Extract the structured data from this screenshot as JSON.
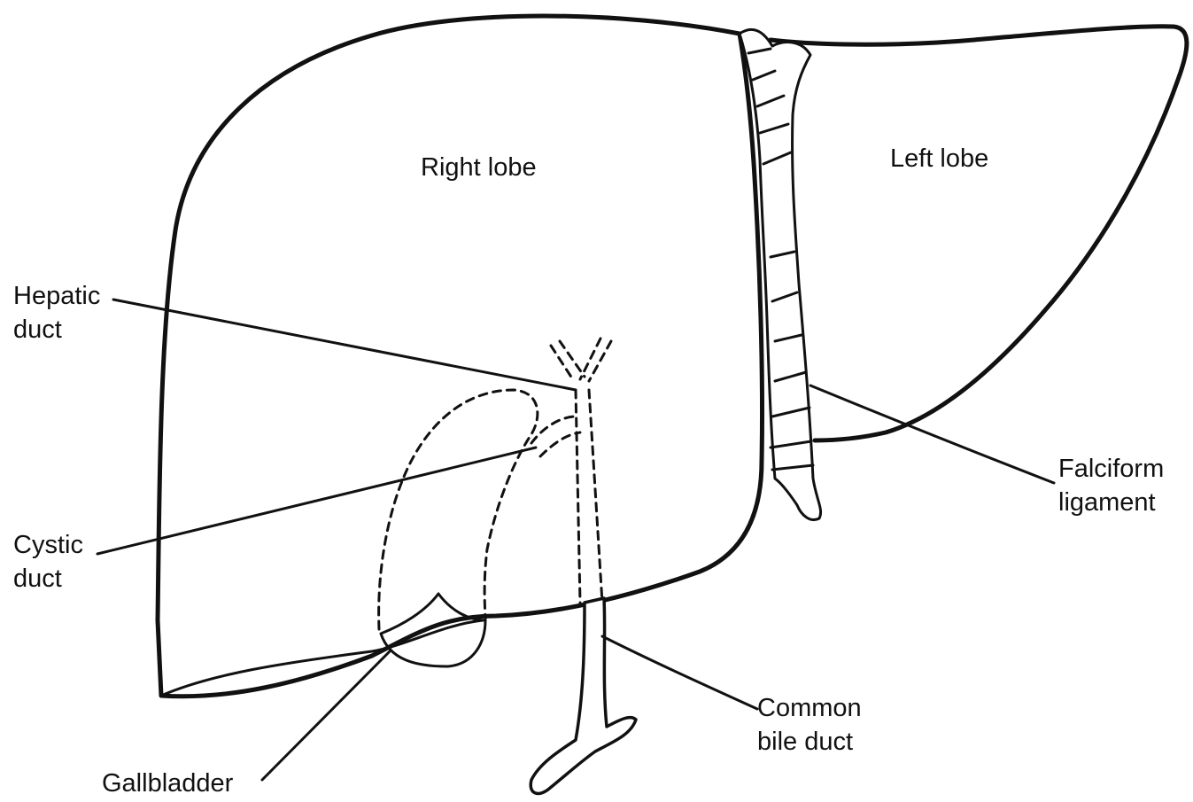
{
  "labels": {
    "right_lobe": "Right lobe",
    "left_lobe": "Left lobe",
    "hepatic_duct": [
      "Hepatic",
      "duct"
    ],
    "cystic_duct": [
      "Cystic",
      "duct"
    ],
    "gallbladder": "Gallbladder",
    "falciform_ligament": [
      "Falciform",
      "ligament"
    ],
    "common_bile_duct": [
      "Common",
      "bile duct"
    ]
  }
}
